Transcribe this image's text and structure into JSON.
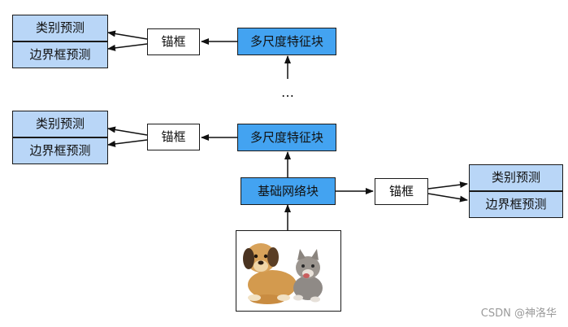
{
  "top_row": {
    "class_pred": "类别预测",
    "bbox_pred": "边界框预测",
    "anchor": "锚框",
    "block": "多尺度特征块"
  },
  "ellipsis": "…",
  "middle_row": {
    "class_pred": "类别预测",
    "bbox_pred": "边界框预测",
    "anchor": "锚框",
    "block": "多尺度特征块"
  },
  "base_row": {
    "block": "基础网络块",
    "anchor": "锚框",
    "class_pred": "类别预测",
    "bbox_pred": "边界框预测"
  },
  "watermark": "CSDN @神洛华"
}
